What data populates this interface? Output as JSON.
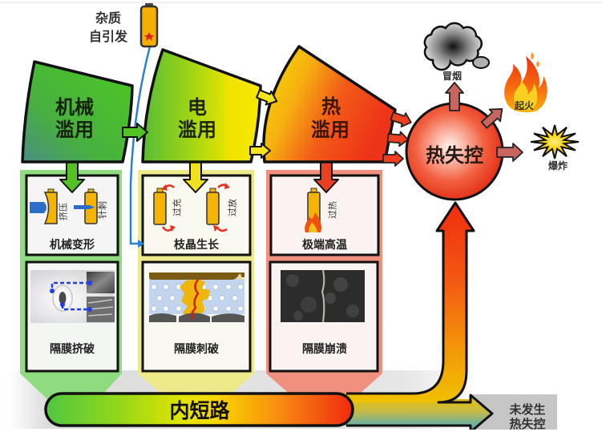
{
  "trigger": {
    "line1": "杂质",
    "line2": "自引发"
  },
  "abuse_types": [
    {
      "line1": "机械",
      "line2": "滥用"
    },
    {
      "line1": "电",
      "line2": "滥用"
    },
    {
      "line1": "热",
      "line2": "滥用"
    }
  ],
  "mechanisms": [
    {
      "label": "机械变形",
      "actions": [
        "挤压",
        "针刺"
      ]
    },
    {
      "label": "枝晶生长",
      "actions": [
        "过充",
        "过放"
      ]
    },
    {
      "label": "极端高温",
      "actions": [
        "过热"
      ]
    }
  ],
  "separator_failures": [
    "隔膜挤破",
    "隔膜刺破",
    "隔膜崩溃"
  ],
  "internal_short_circuit": "内短路",
  "thermal_runaway": "热失控",
  "outcomes": [
    {
      "label": "冒烟",
      "icon": "smoke-cloud-icon"
    },
    {
      "label": "起火",
      "icon": "fire-icon"
    },
    {
      "label": "爆炸",
      "icon": "explosion-icon"
    }
  ],
  "no_runaway": {
    "line1": "未发生",
    "line2": "热失控"
  },
  "colors": {
    "mechanical": "#4cc424",
    "electrical": "#f0e400",
    "thermal": "#ee3418",
    "runaway": "#e02810",
    "impurity_path": "#2a80d0",
    "no_runaway_box": "#c6c6c6",
    "outcome_arrow": "#c8655e"
  }
}
